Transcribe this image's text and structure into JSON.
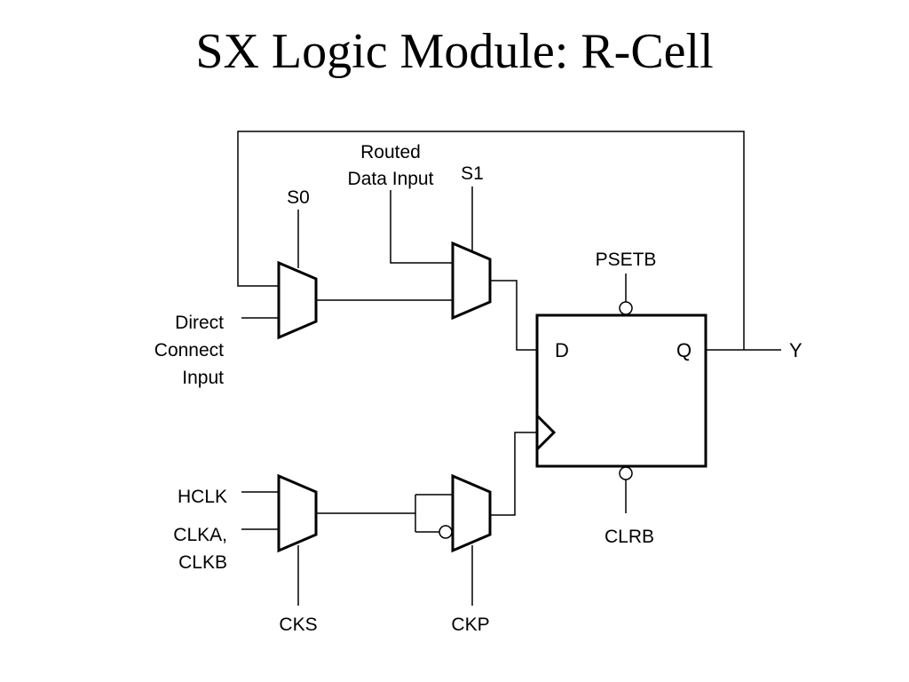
{
  "title": "SX Logic Module: R-Cell",
  "labels": {
    "routed_data_input_1": "Routed",
    "routed_data_input_2": "Data Input",
    "s0": "S0",
    "s1": "S1",
    "direct_connect_1": "Direct",
    "direct_connect_2": "Connect",
    "direct_connect_3": "Input",
    "psetb": "PSETB",
    "d": "D",
    "q": "Q",
    "y": "Y",
    "hclk": "HCLK",
    "clka": "CLKA,",
    "clkb": "CLKB",
    "cks": "CKS",
    "ckp": "CKP",
    "clrb": "CLRB"
  }
}
